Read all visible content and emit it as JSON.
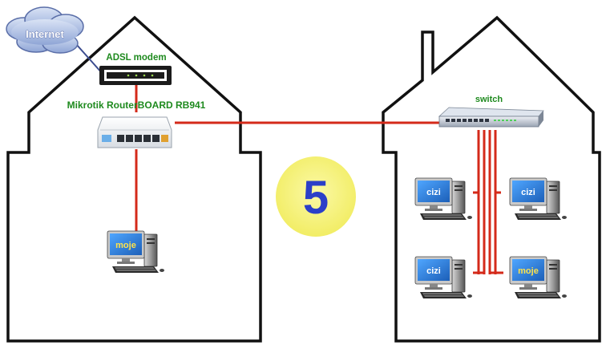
{
  "cloud": {
    "label": "Internet"
  },
  "modem": {
    "label": "ADSL modem"
  },
  "router": {
    "label": "Mikrotik RouterBOARD RB941"
  },
  "switch": {
    "label": "switch"
  },
  "badge": {
    "number": "5"
  },
  "computers": {
    "home_left": {
      "screen": "moje"
    },
    "top_left": {
      "screen": "cizi"
    },
    "top_right": {
      "screen": "cizi"
    },
    "bottom_left": {
      "screen": "cizi"
    },
    "bottom_right": {
      "screen": "moje"
    }
  },
  "colors": {
    "cable": "#d42a1a",
    "house_outline": "#111111",
    "label_green": "#1e8a1e",
    "badge_fill": "#f5f27a",
    "badge_digit": "#2b3fc8",
    "screen_blue": "#2f7fd8",
    "screen_text_moje": "#ffe24a",
    "screen_text_cizi": "#ffffff"
  }
}
